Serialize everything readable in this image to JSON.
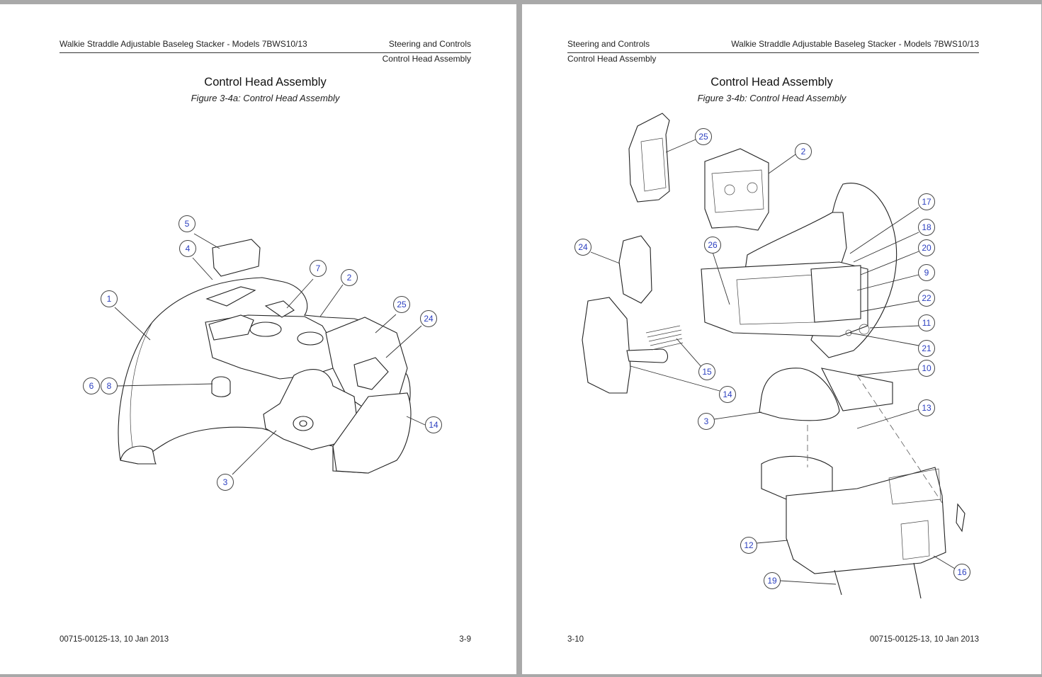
{
  "left_page": {
    "header_left": "Walkie Straddle Adjustable Baseleg Stacker - Models 7BWS10/13",
    "header_right_line1": "Steering and Controls",
    "header_right_line2": "Control Head Assembly",
    "title": "Control Head Assembly",
    "caption": "Figure 3-4a:  Control Head Assembly",
    "callouts": [
      "5",
      "4",
      "7",
      "2",
      "1",
      "25",
      "24",
      "6",
      "8",
      "14",
      "3"
    ],
    "footer_left": "00715-00125-13, 10 Jan 2013",
    "footer_right": "3-9"
  },
  "right_page": {
    "header_left_line1": "Steering and Controls",
    "header_left_line2": "Control Head Assembly",
    "header_right": "Walkie Straddle Adjustable Baseleg Stacker - Models 7BWS10/13",
    "title": "Control Head Assembly",
    "caption": "Figure 3-4b:  Control Head Assembly",
    "callouts": [
      "25",
      "2",
      "17",
      "18",
      "24",
      "26",
      "20",
      "9",
      "22",
      "11",
      "21",
      "10",
      "15",
      "14",
      "3",
      "13",
      "12",
      "19",
      "16"
    ],
    "footer_left": "3-10",
    "footer_right": "00715-00125-13, 10 Jan 2013"
  },
  "colors": {
    "background": "#a9a9a9",
    "page": "#ffffff",
    "callout_text": "#2b3fc0",
    "line": "#222222"
  }
}
